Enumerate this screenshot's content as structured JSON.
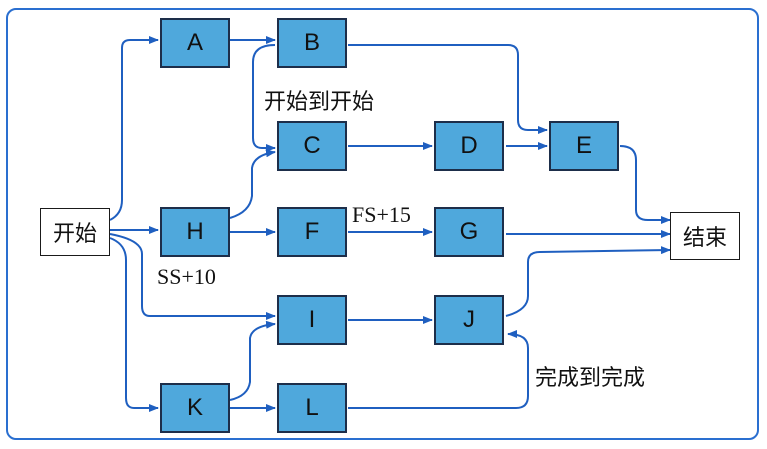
{
  "colors": {
    "task_fill": "#4fa8dc",
    "task_border": "#1d2e4a",
    "edge": "#1f5fc0",
    "frame": "#2a6fd0"
  },
  "nodes": {
    "start": "开始",
    "end": "结束",
    "A": "A",
    "B": "B",
    "C": "C",
    "D": "D",
    "E": "E",
    "F": "F",
    "G": "G",
    "H": "H",
    "I": "I",
    "J": "J",
    "K": "K",
    "L": "L"
  },
  "labels": {
    "ss_between_b_c": "开始到开始",
    "fs_f_g": "FS+15",
    "ss_h": "SS+10",
    "ff_l_j": "完成到完成"
  },
  "edges": [
    [
      "start",
      "A"
    ],
    [
      "start",
      "H"
    ],
    [
      "start",
      "K"
    ],
    [
      "start",
      "I"
    ],
    [
      "A",
      "B"
    ],
    [
      "B",
      "C"
    ],
    [
      "B",
      "E"
    ],
    [
      "H",
      "C"
    ],
    [
      "H",
      "F"
    ],
    [
      "C",
      "D"
    ],
    [
      "D",
      "E"
    ],
    [
      "E",
      "end"
    ],
    [
      "F",
      "G"
    ],
    [
      "G",
      "end"
    ],
    [
      "I",
      "J"
    ],
    [
      "J",
      "end"
    ],
    [
      "K",
      "I"
    ],
    [
      "K",
      "L"
    ],
    [
      "L",
      "J"
    ]
  ]
}
